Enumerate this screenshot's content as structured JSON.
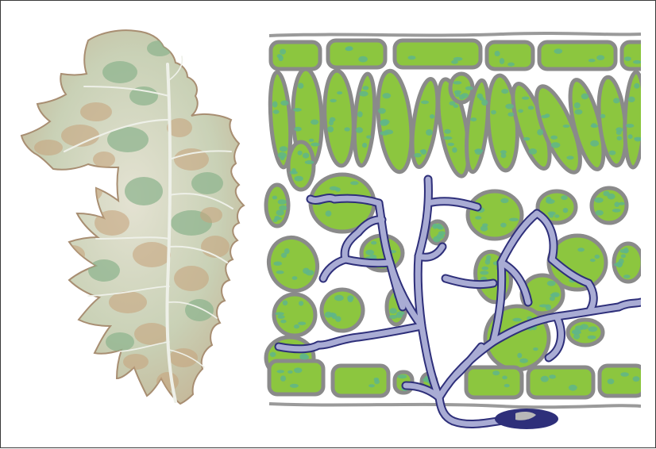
{
  "figure": {
    "panels": [
      {
        "id": "leaf-photo",
        "depicts": "tomato-leaf-with-lesions"
      },
      {
        "id": "leaf-cross-section",
        "depicts": "hyphae-in-leaf-tissue"
      }
    ]
  },
  "colors": {
    "frame": "#3a3a3a",
    "leaf_base": "#c9d1b6",
    "leaf_light": "#e4e2d2",
    "leaf_green_patch": "#8fb48f",
    "leaf_brown_lesion": "#c7a57e",
    "leaf_edge": "#a88e72",
    "leaf_vein": "#eef0e8",
    "cell_fill": "#8cc63f",
    "cell_stroke": "#8a8a8a",
    "chloroplast": "#5fb58a",
    "cuticle": "#9a9a9a",
    "hypha_fill": "#a9acd4",
    "hypha_stroke": "#2e2f7a",
    "spore_fill": "#2e2f7a",
    "spore_highlight": "#b8b8b8"
  }
}
